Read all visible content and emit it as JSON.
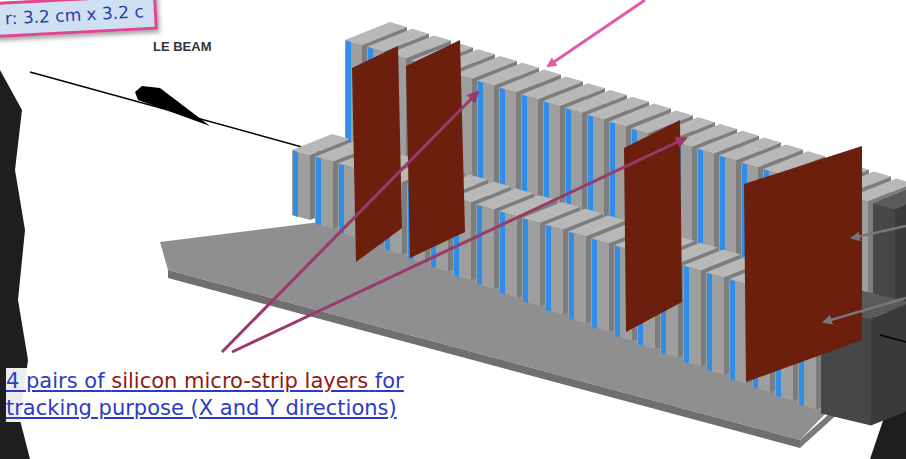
{
  "diagram": {
    "nodes": [
      {
        "text": [
          "r: 3.2 cm x 3.2 c"
        ]
      }
    ],
    "labels": [
      "LE BEAM",
      "4 pairs of",
      "silicon micro-strip layers",
      "for tracking purpose (X and Y directions)"
    ]
  }
}
